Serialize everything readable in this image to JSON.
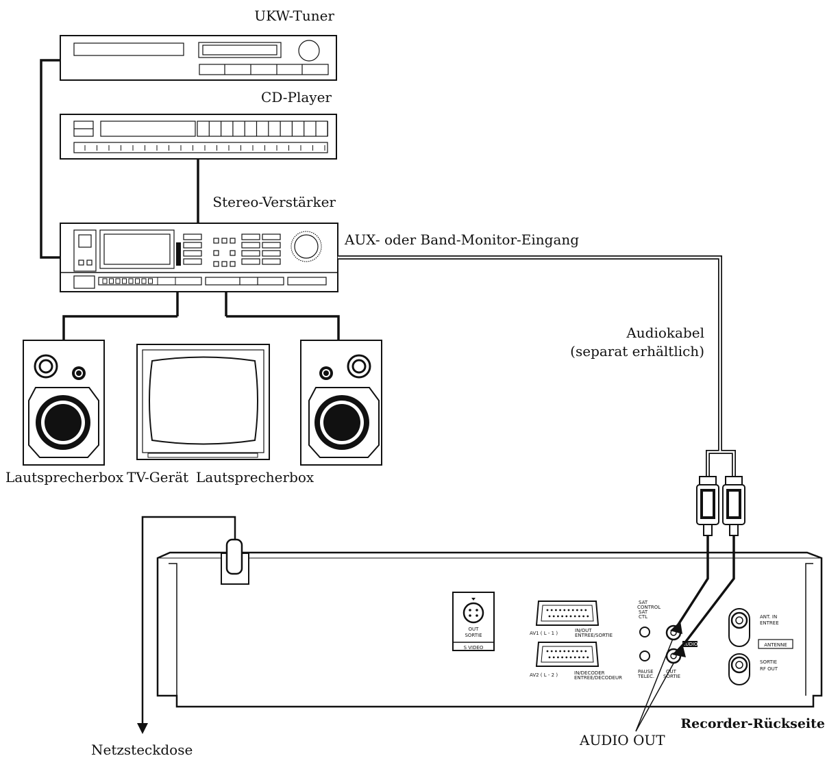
{
  "labels": {
    "tuner": "UKW-Tuner",
    "cd_player": "CD-Player",
    "amplifier": "Stereo-Verstärker",
    "aux_input": "AUX- oder Band-Monitor-Eingang",
    "audio_cable_line1": "Audiokabel",
    "audio_cable_line2": "(separat erhältlich)",
    "speaker_left": "Lautsprecherbox",
    "tv": "TV-Gerät",
    "speaker_right": "Lautsprecherbox",
    "power_outlet": "Netzsteckdose",
    "audio_out": "AUDIO OUT",
    "recorder_rear": "Recorder-Rückseite"
  },
  "recorder_panel": {
    "svideo_out": "OUT",
    "svideo_sortie": "SORTIE",
    "svideo": "S VIDEO",
    "av1": "AV1 ( L - 1 )",
    "av1_desc1": "IN/OUT",
    "av1_desc2": "ENTREE/SORTIE",
    "av2": "AV2 ( L - 2 )",
    "av2_desc1": "IN/DECODER",
    "av2_desc2": "ENTREE/DECODEUR",
    "sat_control": "SAT",
    "sat_control2": "CONTROL",
    "sat_ctl": "SAT",
    "sat_ctl2": "CTL",
    "pause": "PAUSE",
    "pause2": "TELEC.",
    "out": "OUT",
    "out2": "SORTIE",
    "audio": "AUDIO",
    "ant_in": "ANT. IN",
    "ant_in2": "ENTREE",
    "antenne": "ANTENNE",
    "sortie": "SORTIE",
    "rf_out": "RF OUT"
  }
}
